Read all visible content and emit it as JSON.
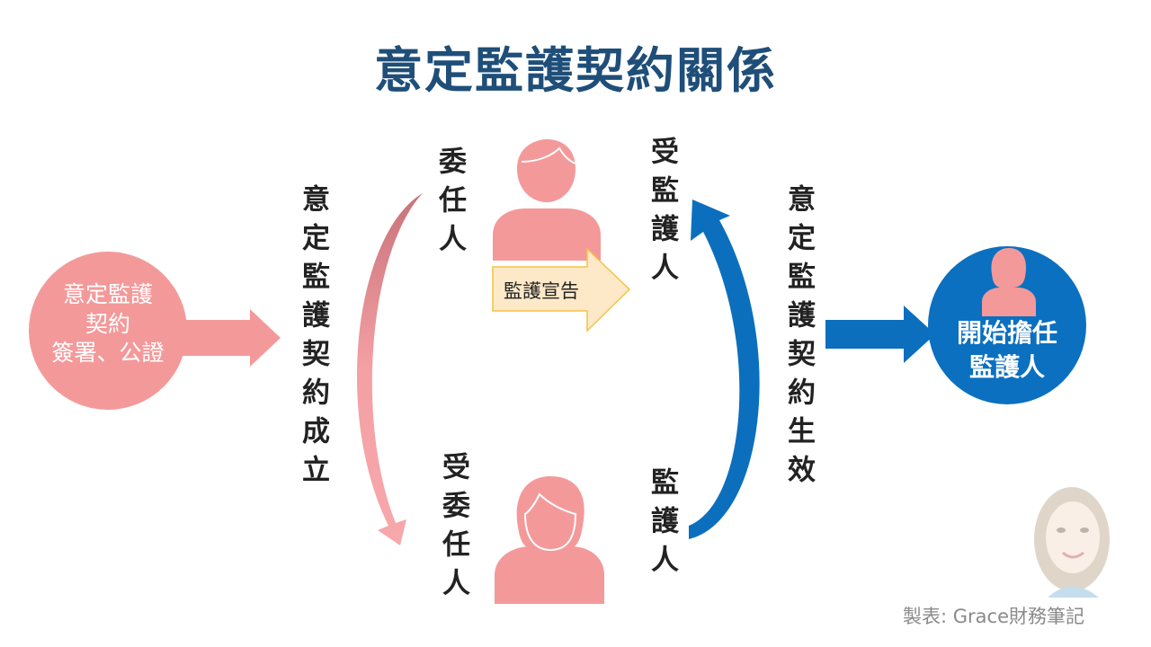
{
  "title": "意定監護契約關係",
  "left_circle": {
    "lines": [
      "意定監護",
      "契約",
      "簽署、公證"
    ],
    "color": "#f4999a"
  },
  "contract_formed": "意定監護契約成立",
  "principal": "委任人",
  "agent": "受委任人",
  "guardianship_declaration": "監護宣告",
  "ward": "受監護人",
  "guardian": "監護人",
  "contract_effective": "意定監護契約生效",
  "right_circle": {
    "lines": [
      "開始擔任",
      "監護人"
    ],
    "color": "#0b70c0"
  },
  "footer": "製表: Grace財務筆記",
  "colors": {
    "title": "#1f4e79",
    "pink": "#f4999a",
    "blue": "#0b6fbd",
    "yellow_fill": "#fde9c8",
    "yellow_stroke": "#f5c242"
  }
}
